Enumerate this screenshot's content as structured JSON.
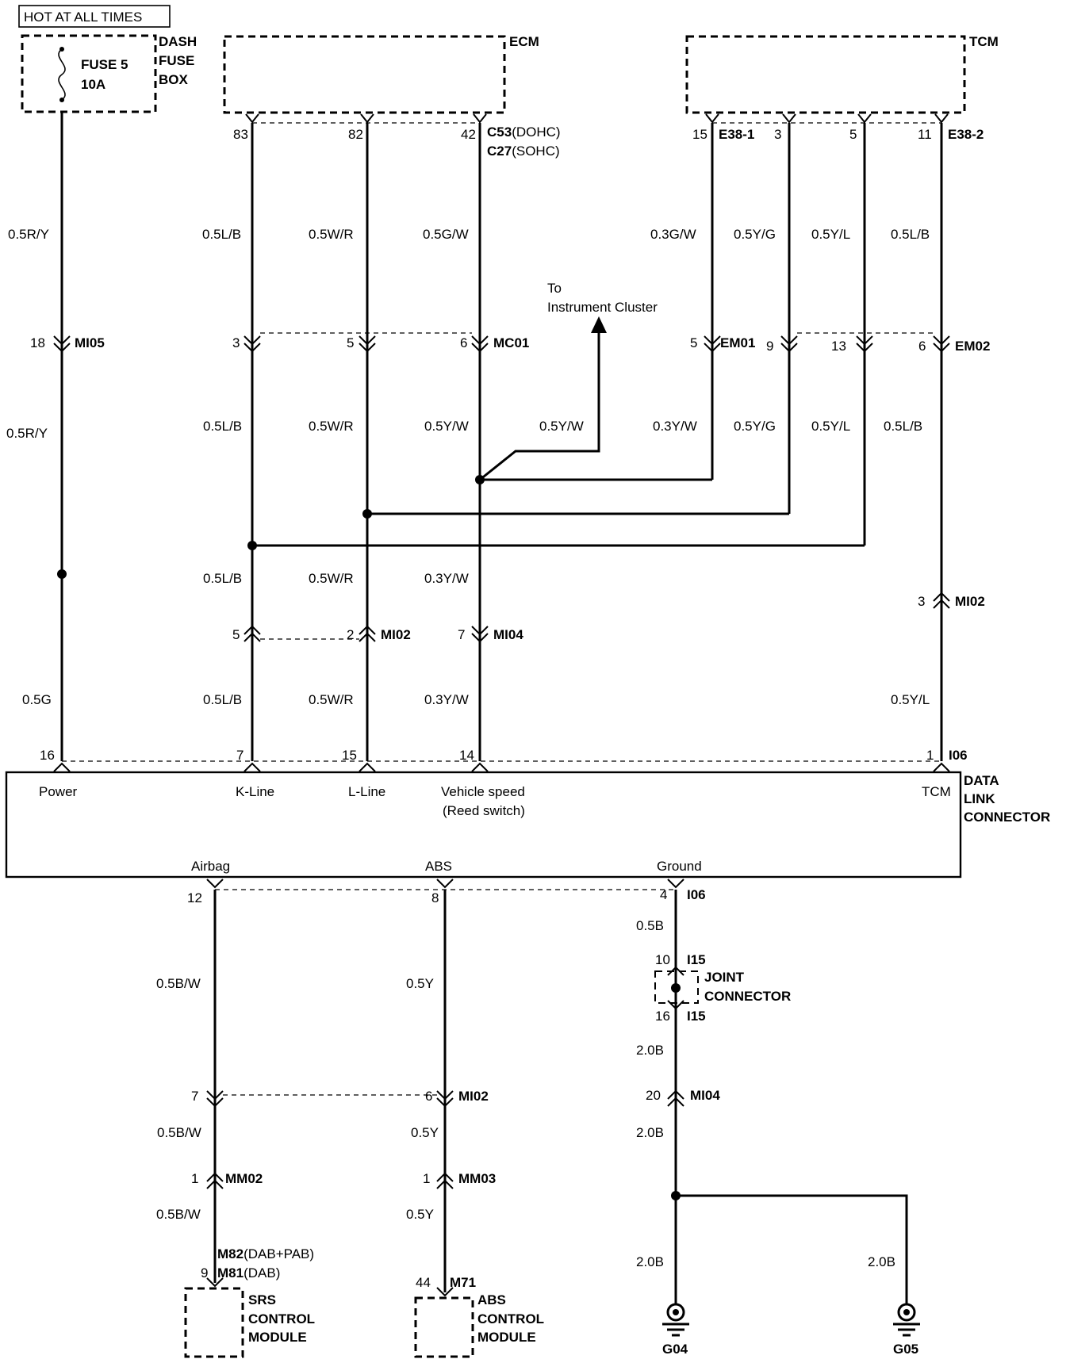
{
  "hot_label": "HOT AT ALL TIMES",
  "fuse": {
    "box_name": [
      "DASH",
      "FUSE",
      "BOX"
    ],
    "line1": "FUSE 5",
    "line2": "10A"
  },
  "ecm": {
    "name": "ECM",
    "pins": [
      "83",
      "82",
      "42"
    ],
    "conn1": "C53",
    "conn1_note": "(DOHC)",
    "conn2": "C27",
    "conn2_note": "(SOHC)"
  },
  "tcm": {
    "name": "TCM",
    "pins": [
      "15",
      "3",
      "5",
      "11"
    ],
    "conn_left": "E38-1",
    "conn_right": "E38-2"
  },
  "wires_top": [
    "0.5R/Y",
    "0.5L/B",
    "0.5W/R",
    "0.5G/W",
    "0.3G/W",
    "0.5Y/G",
    "0.5Y/L",
    "0.5L/B"
  ],
  "instrument": {
    "line1": "To",
    "line2": "Instrument Cluster"
  },
  "conn_row1": {
    "mi05_pin": "18",
    "mi05": "MI05",
    "mc01_pins": [
      "3",
      "5",
      "6"
    ],
    "mc01": "MC01",
    "em01_pin": "5",
    "em01": "EM01",
    "em02_pins": [
      "9",
      "13",
      "6"
    ],
    "em02": "EM02"
  },
  "wires_mid": [
    "0.5R/Y",
    "0.5L/B",
    "0.5W/R",
    "0.5Y/W",
    "0.5Y/W",
    "0.3Y/W",
    "0.5Y/G",
    "0.5Y/L",
    "0.5L/B"
  ],
  "wires_low": [
    "0.5L/B",
    "0.5W/R",
    "0.3Y/W"
  ],
  "conn_row2": {
    "left_pin": "5",
    "mi02_pin": "2",
    "mi02": "MI02",
    "mi04_pin": "7",
    "mi04": "MI04",
    "tcm_pin": "3",
    "tcm_conn": "MI02"
  },
  "wires_dlc": [
    "0.5G",
    "0.5L/B",
    "0.5W/R",
    "0.3Y/W",
    "0.5Y/L"
  ],
  "dlc": {
    "pins_top": [
      "16",
      "7",
      "15",
      "14",
      "1"
    ],
    "conn_top": "I06",
    "name": [
      "DATA",
      "LINK",
      "CONNECTOR"
    ],
    "labels_top": [
      "Power",
      "K-Line",
      "L-Line",
      "Vehicle speed",
      "(Reed switch)",
      "TCM"
    ],
    "labels_bottom": [
      "Airbag",
      "ABS",
      "Ground"
    ],
    "pins_bottom": [
      "12",
      "8",
      "4"
    ],
    "conn_bottom": "I06"
  },
  "bottom": {
    "wire_05b": "0.5B",
    "airbag_wires": [
      "0.5B/W",
      "0.5B/W",
      "0.5B/W"
    ],
    "abs_wires": [
      "0.5Y",
      "0.5Y",
      "0.5Y"
    ],
    "joint": {
      "pin_top": "10",
      "conn": "I15",
      "pin_bottom": "16",
      "conn_bottom": "I15",
      "name": [
        "JOINT",
        "CONNECTOR"
      ]
    },
    "ground_wires": [
      "2.0B",
      "2.0B",
      "2.0B",
      "2.0B"
    ],
    "mi02_pins": [
      "7",
      "6"
    ],
    "mi02": "MI02",
    "mi04_pin": "20",
    "mi04": "MI04",
    "mm02_pin": "1",
    "mm02": "MM02",
    "mm03_pin": "1",
    "mm03": "MM03",
    "srs": {
      "conn1": "M82",
      "conn1_note": "(DAB+PAB)",
      "conn2": "M81",
      "conn2_note": "(DAB)",
      "pin": "9",
      "name": [
        "SRS",
        "CONTROL",
        "MODULE"
      ]
    },
    "abs_mod": {
      "pin": "44",
      "conn": "M71",
      "name": [
        "ABS",
        "CONTROL",
        "MODULE"
      ]
    },
    "grounds": [
      "G04",
      "G05"
    ]
  }
}
